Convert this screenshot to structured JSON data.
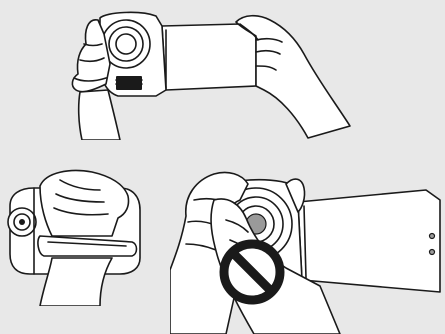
{
  "figure": {
    "panels": [
      {
        "id": "panel-top",
        "icon": "camcorder-two-hand-grip-illustration",
        "status": "correct"
      },
      {
        "id": "panel-bottom-left",
        "icon": "camcorder-hand-strap-grip-illustration",
        "status": "correct"
      },
      {
        "id": "panel-bottom-right",
        "icon": "camcorder-lens-covered-by-hand-illustration",
        "status": "incorrect",
        "overlay_icon": "prohibited-icon"
      }
    ],
    "colors": {
      "background": "#e8e8e8",
      "line": "#1a1a1a",
      "fill": "#ffffff"
    }
  }
}
